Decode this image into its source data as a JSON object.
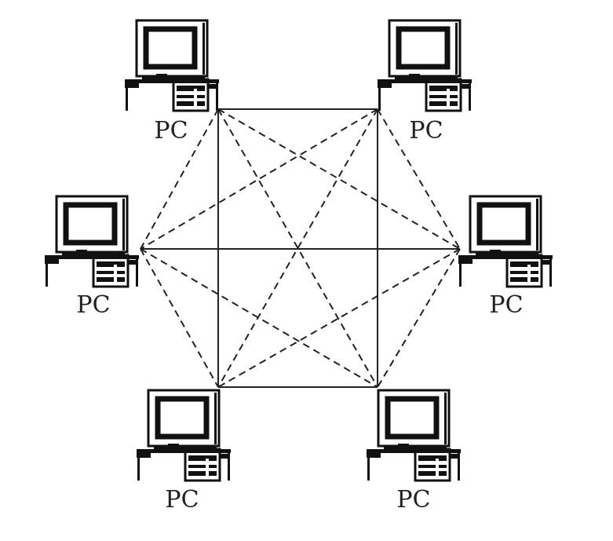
{
  "diagram": {
    "description_colors": {
      "stroke": "#222222",
      "background": "#ffffff"
    },
    "nodes": [
      {
        "id": "pc-top-left",
        "label": "PC",
        "icon": "computer-icon"
      },
      {
        "id": "pc-top-right",
        "label": "PC",
        "icon": "computer-icon"
      },
      {
        "id": "pc-middle-left",
        "label": "PC",
        "icon": "computer-icon"
      },
      {
        "id": "pc-middle-right",
        "label": "PC",
        "icon": "computer-icon"
      },
      {
        "id": "pc-bottom-left",
        "label": "PC",
        "icon": "computer-icon"
      },
      {
        "id": "pc-bottom-right",
        "label": "PC",
        "icon": "computer-icon"
      }
    ],
    "solid_links": [
      [
        "pc-top-left",
        "pc-top-right"
      ],
      [
        "pc-top-right",
        "pc-bottom-right"
      ],
      [
        "pc-bottom-right",
        "pc-bottom-left"
      ],
      [
        "pc-bottom-left",
        "pc-top-left"
      ],
      [
        "pc-middle-left",
        "pc-middle-right"
      ]
    ],
    "dashed_links": [
      [
        "pc-top-left",
        "pc-middle-left"
      ],
      [
        "pc-top-left",
        "pc-middle-right"
      ],
      [
        "pc-top-left",
        "pc-bottom-right"
      ],
      [
        "pc-top-right",
        "pc-middle-left"
      ],
      [
        "pc-top-right",
        "pc-middle-right"
      ],
      [
        "pc-top-right",
        "pc-bottom-left"
      ],
      [
        "pc-middle-left",
        "pc-bottom-left"
      ],
      [
        "pc-middle-left",
        "pc-bottom-right"
      ],
      [
        "pc-middle-right",
        "pc-bottom-left"
      ],
      [
        "pc-middle-right",
        "pc-bottom-right"
      ]
    ]
  }
}
